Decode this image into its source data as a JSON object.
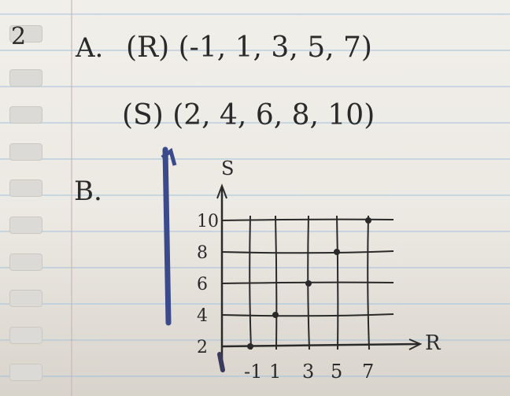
{
  "question_number": "2",
  "part_a": {
    "label": "A.",
    "r_line": "(R) (-1, 1, 3, 5, 7)",
    "s_line": "(S) (2, 4, 6, 8, 10)"
  },
  "part_b": {
    "label": "B.",
    "y_axis_label": "S",
    "x_axis_label": "R",
    "y_ticks": [
      "10",
      "8",
      "6",
      "4",
      "2"
    ],
    "x_ticks": [
      "-1",
      "1",
      "3",
      "5",
      "7"
    ]
  },
  "chart_data": {
    "type": "scatter",
    "x": [
      -1,
      1,
      3,
      5,
      7
    ],
    "y": [
      2,
      4,
      6,
      8,
      10
    ],
    "xlabel": "R",
    "ylabel": "S",
    "grid": true
  },
  "colors": {
    "ink": "#2a2a2a",
    "blue_pen": "#3a4a8a",
    "rule": "#a9c4dd"
  }
}
